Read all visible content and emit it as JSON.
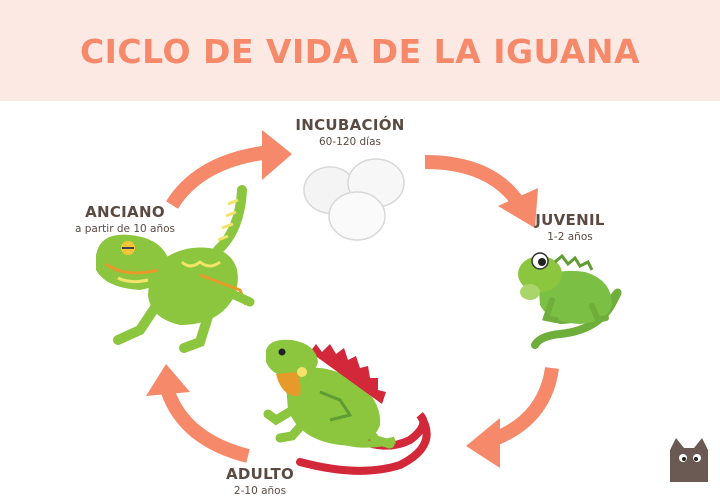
{
  "title": "CICLO DE VIDA DE LA IGUANA",
  "colors": {
    "header_bg": "#fde9e4",
    "title": "#f5896a",
    "arrow": "#f5896a",
    "text": "#5a4a42",
    "iguana_green": "#8cc63f",
    "crest_red": "#d3273a"
  },
  "stages": [
    {
      "id": "incubacion",
      "name": "INCUBACIÓN",
      "duration": "60-120 días",
      "icon": "eggs-icon"
    },
    {
      "id": "juvenil",
      "name": "JUVENIL",
      "duration": "1-2 años",
      "icon": "juvenile-iguana-icon"
    },
    {
      "id": "adulto",
      "name": "ADULTO",
      "duration": "2-10 años",
      "icon": "adult-iguana-icon"
    },
    {
      "id": "anciano",
      "name": "ANCIANO",
      "duration": "a partir de 10 años",
      "icon": "elder-iguana-icon"
    }
  ],
  "logo": "cat-logo-icon"
}
